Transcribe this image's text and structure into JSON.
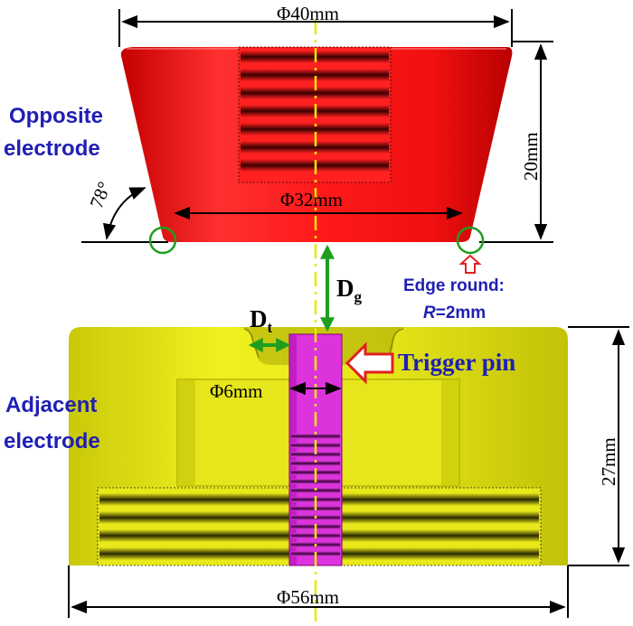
{
  "dimensions": {
    "top_diameter": "Φ40mm",
    "inner_diameter": "Φ32mm",
    "height_top": "20mm",
    "angle": "78°",
    "pin_diameter": "Φ6mm",
    "height_bottom": "27mm",
    "bottom_diameter": "Φ56mm"
  },
  "labels": {
    "opposite_line1": "Opposite",
    "opposite_line2": "electrode",
    "adjacent_line1": "Adjacent",
    "adjacent_line2": "electrode",
    "trigger": "Trigger pin",
    "edge_round_line1": "Edge round:",
    "edge_round_R": "R",
    "edge_round_value": "=2mm",
    "gap_symbol": "D",
    "gap_sub": "g",
    "gap2_symbol": "D",
    "gap2_sub": "t"
  },
  "colors": {
    "opposite_electrode": "#ff1a1a",
    "adjacent_electrode": "#e8e81a",
    "trigger_pin": "#dd33dd",
    "label_text": "#1f1fb4",
    "gap_arrow": "#1e9e1e",
    "centerline": "#e8e800",
    "trigger_arrow": "#e02020",
    "edge_circle": "#1e9e1e"
  }
}
